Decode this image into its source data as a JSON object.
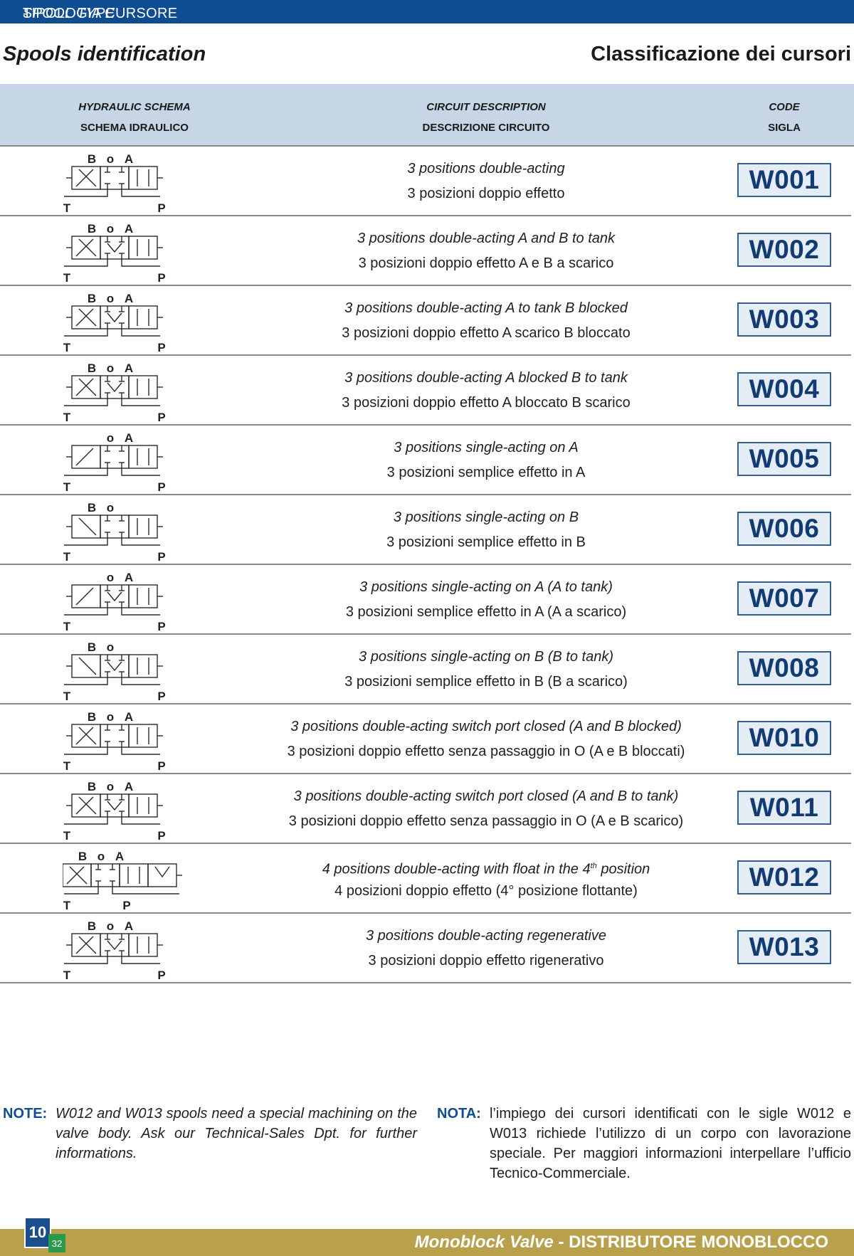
{
  "top_bar": {
    "title_en": "SPOOL TYPE",
    "separator": " - ",
    "title_it": "TIPOLOGIA CURSORE"
  },
  "headings": {
    "left": "Spools identification",
    "right": "Classificazione dei cursori"
  },
  "table_header": {
    "schema_en": "HYDRAULIC SCHEMA",
    "schema_it": "SCHEMA IDRAULICO",
    "desc_en": "CIRCUIT DESCRIPTION",
    "desc_it": "DESCRIZIONE CIRCUITO",
    "code_en": "CODE",
    "code_it": "SIGLA"
  },
  "rows": [
    {
      "en": "3 positions double-acting",
      "it": "3 posizioni doppio effetto",
      "code": "W001",
      "ports_top": [
        "B",
        "o",
        "A"
      ],
      "left_port": "T",
      "right_port": "P",
      "type": "double"
    },
    {
      "en": "3 positions double-acting A and B to tank",
      "it": "3 posizioni doppio effetto A e B a scarico",
      "code": "W002",
      "ports_top": [
        "B",
        "o",
        "A"
      ],
      "left_port": "T",
      "right_port": "P",
      "type": "double-tank"
    },
    {
      "en": "3 positions double-acting A to tank B blocked",
      "it": "3 posizioni doppio effetto A scarico B bloccato",
      "code": "W003",
      "ports_top": [
        "B",
        "o",
        "A"
      ],
      "left_port": "T",
      "right_port": "P",
      "type": "double-a-tank"
    },
    {
      "en": "3 positions double-acting A blocked B to tank",
      "it": "3 posizioni doppio effetto A bloccato B scarico",
      "code": "W004",
      "ports_top": [
        "B",
        "o",
        "A"
      ],
      "left_port": "T",
      "right_port": "P",
      "type": "double-b-tank"
    },
    {
      "en": "3 positions single-acting on A",
      "it": "3 posizioni semplice effetto in A",
      "code": "W005",
      "ports_top": [
        "",
        "o",
        "A"
      ],
      "left_port": "T",
      "right_port": "P",
      "type": "single-a"
    },
    {
      "en": "3 positions single-acting on B",
      "it": "3 posizioni semplice effetto in B",
      "code": "W006",
      "ports_top": [
        "B",
        "o",
        ""
      ],
      "left_port": "T",
      "right_port": "P",
      "type": "single-b"
    },
    {
      "en": "3 positions single-acting on A (A to tank)",
      "it": "3 posizioni semplice effetto in A (A a scarico)",
      "code": "W007",
      "ports_top": [
        "",
        "o",
        "A"
      ],
      "left_port": "T",
      "right_port": "P",
      "type": "single-a-tank"
    },
    {
      "en": "3 positions single-acting on B (B to tank)",
      "it": "3 posizioni semplice effetto in B (B a scarico)",
      "code": "W008",
      "ports_top": [
        "B",
        "o",
        ""
      ],
      "left_port": "T",
      "right_port": "P",
      "type": "single-b-tank"
    },
    {
      "en": "3 positions double-acting switch port closed (A and B blocked)",
      "it": "3 posizioni doppio effetto senza passaggio in O (A e B bloccati)",
      "code": "W010",
      "ports_top": [
        "B",
        "o",
        "A"
      ],
      "left_port": "T",
      "right_port": "P",
      "type": "double"
    },
    {
      "en": "3 positions double-acting switch port closed (A and B to tank)",
      "it": "3 posizioni doppio effetto senza passaggio in O (A e B scarico)",
      "code": "W011",
      "ports_top": [
        "B",
        "o",
        "A"
      ],
      "left_port": "T",
      "right_port": "P",
      "type": "double-tank"
    },
    {
      "en_pre": "4 positions double-acting with float in the 4",
      "en_sup": "th",
      "en_post": " position",
      "it": "4 posizioni doppio effetto (4° posizione flottante)",
      "code": "W012",
      "ports_top": [
        "B",
        "o",
        "A"
      ],
      "left_port": "T",
      "right_port": "P",
      "type": "four"
    },
    {
      "en": "3 positions double-acting regenerative",
      "it": "3 posizioni doppio effetto rigenerativo",
      "code": "W013",
      "ports_top": [
        "B",
        "o",
        "A"
      ],
      "left_port": "T",
      "right_port": "P",
      "type": "regen"
    }
  ],
  "notes": {
    "en_tag": "NOTE:",
    "en_text": "W012 and W013 spools need a special machining on the valve body. Ask our Technical-Sales Dpt. for further informations.",
    "it_tag": "NOTA:",
    "it_text": "l’impiego dei cursori identificati con le sigle W012 e W013 richiede l’utilizzo di un corpo con lavorazione speciale. Per maggiori informazioni interpellare l’ufficio Tecnico-Commerciale."
  },
  "footer": {
    "left_text": "Monoblock Valve",
    "separator": " - ",
    "right_text": "DISTRIBUTORE MONOBLOCCO",
    "page_number": "10",
    "page_small": "32"
  },
  "colors": {
    "bar_blue": "#0f4d92",
    "header_bg": "#c6d6e6",
    "code_blue": "#123a73",
    "footer_gold": "#b9a14c",
    "page_green": "#2c9a4d"
  }
}
